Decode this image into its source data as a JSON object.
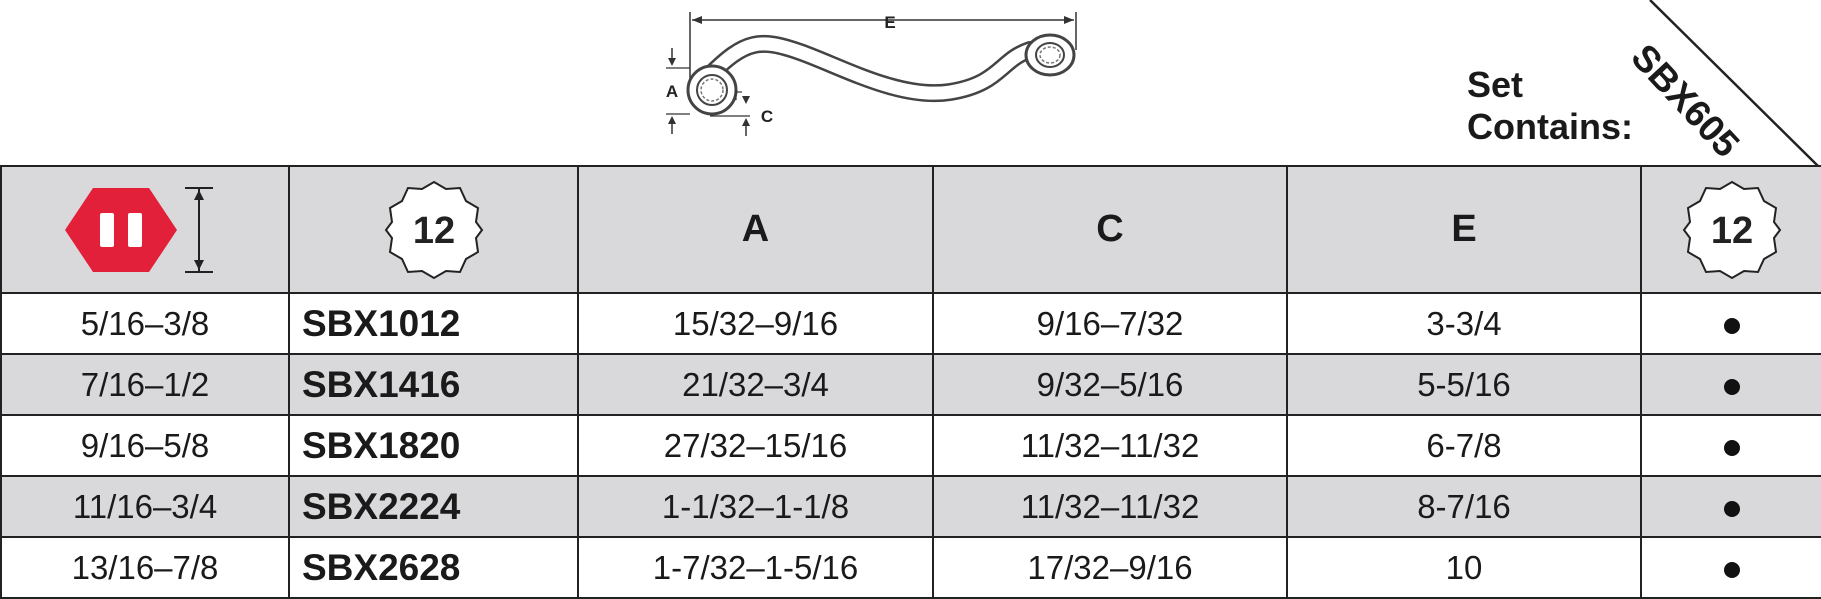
{
  "diagram": {
    "dim_e": "E",
    "dim_a": "A",
    "dim_c": "C"
  },
  "set": {
    "label_line1": "Set",
    "label_line2": "Contains:",
    "code": "SBX605"
  },
  "table": {
    "header": {
      "size_icon": "double-hex-size-icon",
      "points_label": "12",
      "col_a": "A",
      "col_c": "C",
      "col_e": "E",
      "set_points_label": "12"
    },
    "rows": [
      {
        "size": "5/16–3/8",
        "part": "SBX1012",
        "a": "15/32–9/16",
        "c": "9/16–7/32",
        "e": "3-3/4",
        "in_set": true
      },
      {
        "size": "7/16–1/2",
        "part": "SBX1416",
        "a": "21/32–3/4",
        "c": "9/32–5/16",
        "e": "5-5/16",
        "in_set": true
      },
      {
        "size": "9/16–5/8",
        "part": "SBX1820",
        "a": "27/32–15/16",
        "c": "11/32–11/32",
        "e": "6-7/8",
        "in_set": true
      },
      {
        "size": "11/16–3/4",
        "part": "SBX2224",
        "a": "1-1/32–1-1/8",
        "c": "11/32–11/32",
        "e": "8-7/16",
        "in_set": true
      },
      {
        "size": "13/16–7/8",
        "part": "SBX2628",
        "a": "1-7/32–1-5/16",
        "c": "17/32–9/16",
        "e": "10",
        "in_set": true
      }
    ]
  },
  "colors": {
    "hex_red": "#e3203a",
    "row_shade": "#d9d9db",
    "border": "#222222"
  }
}
